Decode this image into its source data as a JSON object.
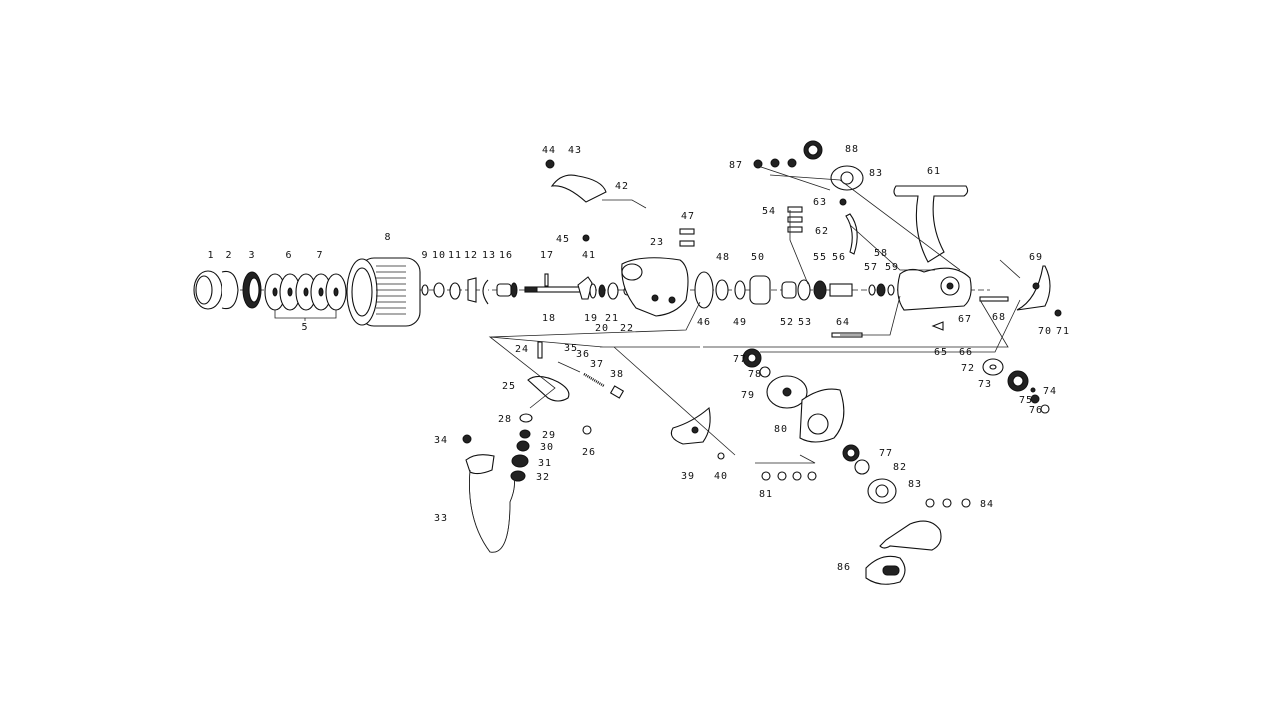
{
  "diagram": {
    "type": "exploded parts diagram (spinning reel)",
    "callouts": [
      "1",
      "2",
      "3",
      "6",
      "7",
      "5",
      "8",
      "9",
      "10",
      "11",
      "12",
      "13",
      "16",
      "17",
      "18",
      "19",
      "20",
      "21",
      "22",
      "23",
      "41",
      "45",
      "44",
      "43",
      "42",
      "47",
      "46",
      "48",
      "49",
      "50",
      "52",
      "53",
      "54",
      "55",
      "56",
      "57",
      "58",
      "59",
      "61",
      "62",
      "63",
      "64",
      "65",
      "66",
      "67",
      "68",
      "69",
      "70",
      "71",
      "72",
      "73",
      "74",
      "75",
      "76",
      "77",
      "78",
      "79",
      "80",
      "81",
      "82",
      "83",
      "83",
      "84",
      "86",
      "87",
      "88",
      "24",
      "35",
      "36",
      "37",
      "38",
      "25",
      "26",
      "28",
      "29",
      "30",
      "31",
      "32",
      "33",
      "34",
      "39",
      "40",
      "77"
    ]
  }
}
